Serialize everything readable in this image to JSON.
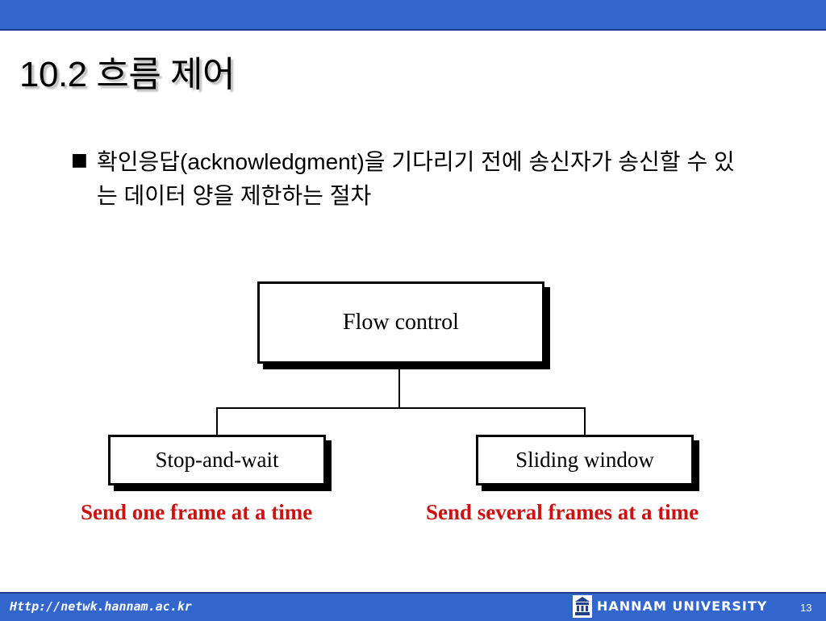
{
  "slide": {
    "title": "10.2 흐름 제어",
    "bullet_mark": "■",
    "bullet_text": "확인응답(acknowledgment)을 기다리기 전에 송신자가 송신할 수 있는 데이터 양을 제한하는 절차"
  },
  "diagram": {
    "root": "Flow control",
    "left_child": "Stop-and-wait",
    "right_child": "Sliding window",
    "left_caption": "Send one frame at a time",
    "right_caption": "Send several frames at a time",
    "caption_color": "#cc1111"
  },
  "footer": {
    "url": "Http://netwk.hannam.ac.kr",
    "university": "HANNAM UNIVERSITY",
    "page_number": "13",
    "logo_icon": "hannam-logo-icon",
    "bar_color": "#3366cc"
  }
}
